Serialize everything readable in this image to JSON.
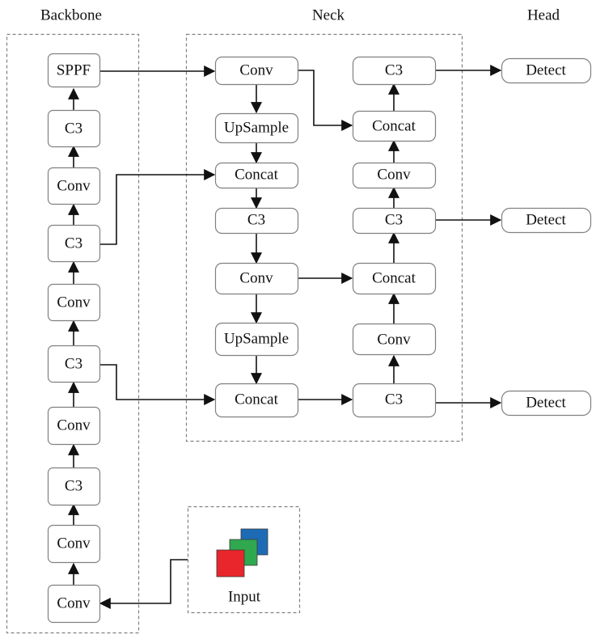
{
  "sections": {
    "backbone": "Backbone",
    "neck": "Neck",
    "head": "Head"
  },
  "input": {
    "label": "Input",
    "colors": [
      "#e8262b",
      "#2fa84f",
      "#1e6bb5"
    ]
  },
  "nodes": {
    "b_sppf": "SPPF",
    "b_c3_1": "C3",
    "b_conv_1": "Conv",
    "b_c3_2": "C3",
    "b_conv_2": "Conv",
    "b_c3_3": "C3",
    "b_conv_3": "Conv",
    "b_c3_4": "C3",
    "b_conv_4": "Conv",
    "b_conv_5": "Conv",
    "n_conv_1": "Conv",
    "n_upsample_1": "UpSample",
    "n_concat_1": "Concat",
    "n_c3_1": "C3",
    "n_conv_2": "Conv",
    "n_upsample_2": "UpSample",
    "n_concat_2": "Concat",
    "n_c3_2": "C3",
    "n_conv_3": "Conv",
    "n_concat_3": "Concat",
    "n_c3_3": "C3",
    "n_conv_4": "Conv",
    "n_concat_4": "Concat",
    "n_c3_4": "C3",
    "h_detect_1": "Detect",
    "h_detect_2": "Detect",
    "h_detect_3": "Detect"
  },
  "edges": [
    [
      "b_conv_5",
      "b_conv_4"
    ],
    [
      "b_conv_4",
      "b_c3_4"
    ],
    [
      "b_c3_4",
      "b_conv_3"
    ],
    [
      "b_conv_3",
      "b_c3_3"
    ],
    [
      "b_c3_3",
      "b_conv_2"
    ],
    [
      "b_conv_2",
      "b_c3_2"
    ],
    [
      "b_c3_2",
      "b_conv_1"
    ],
    [
      "b_conv_1",
      "b_c3_1"
    ],
    [
      "b_c3_1",
      "b_sppf"
    ],
    [
      "b_sppf",
      "n_conv_1"
    ],
    [
      "b_c3_2",
      "n_concat_1"
    ],
    [
      "b_c3_3",
      "n_concat_2"
    ],
    [
      "n_conv_1",
      "n_upsample_1"
    ],
    [
      "n_upsample_1",
      "n_concat_1"
    ],
    [
      "n_concat_1",
      "n_c3_1"
    ],
    [
      "n_c3_1",
      "n_conv_2"
    ],
    [
      "n_conv_2",
      "n_upsample_2"
    ],
    [
      "n_upsample_2",
      "n_concat_2"
    ],
    [
      "n_concat_2",
      "n_c3_2"
    ],
    [
      "n_c3_2",
      "n_conv_3"
    ],
    [
      "n_conv_3",
      "n_concat_3"
    ],
    [
      "n_conv_2",
      "n_concat_3"
    ],
    [
      "n_concat_3",
      "n_c3_3"
    ],
    [
      "n_c3_3",
      "n_conv_4"
    ],
    [
      "n_conv_4",
      "n_concat_4"
    ],
    [
      "n_conv_1",
      "n_concat_4"
    ],
    [
      "n_concat_4",
      "n_c3_4"
    ],
    [
      "n_c3_4",
      "h_detect_1"
    ],
    [
      "n_c3_3",
      "h_detect_2"
    ],
    [
      "n_c3_2",
      "h_detect_3"
    ],
    [
      "input",
      "b_conv_5"
    ]
  ]
}
